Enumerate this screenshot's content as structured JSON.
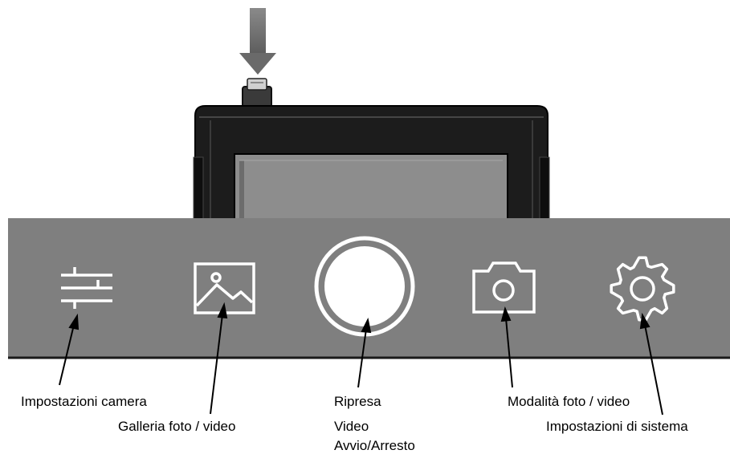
{
  "toolbar": {
    "background_color": "#7f7f7f",
    "icon_color": "#ffffff",
    "buttons": [
      {
        "icon": "sliders-icon",
        "label": "Impostazioni camera"
      },
      {
        "icon": "image-gallery-icon",
        "label": "Galleria foto / video"
      },
      {
        "icon": "record-button-icon",
        "label_lines": [
          "Ripresa",
          "Video",
          "Avvio/Arresto"
        ]
      },
      {
        "icon": "camera-icon",
        "label": "Modalità foto / video"
      },
      {
        "icon": "gear-icon",
        "label": "Impostazioni di sistema"
      }
    ]
  },
  "indicator": {
    "icon": "down-arrow-icon",
    "color": "#707070"
  }
}
